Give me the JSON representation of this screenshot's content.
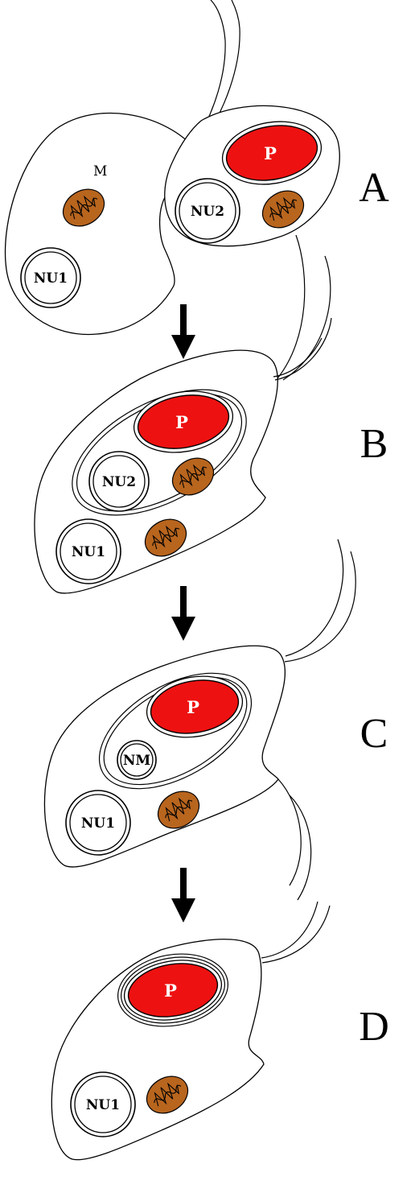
{
  "colors": {
    "plastid": "#ee1111",
    "mitochondrion": "#b8651e",
    "outline": "#000000",
    "background": "#ffffff"
  },
  "stages": [
    {
      "label": "A",
      "host_nucleus": "NU1",
      "mitochondrion_label": "M",
      "endosymbiont_nucleus": "NU2",
      "plastid": "P"
    },
    {
      "label": "B",
      "host_nucleus": "NU1",
      "endosymbiont_nucleus": "NU2",
      "plastid": "P"
    },
    {
      "label": "C",
      "host_nucleus": "NU1",
      "nucleomorph": "NM",
      "plastid": "P"
    },
    {
      "label": "D",
      "host_nucleus": "NU1",
      "plastid": "P"
    }
  ],
  "icons": {
    "arrow": "down-arrow-icon",
    "mitochondrion": "mitochondrion-icon"
  }
}
